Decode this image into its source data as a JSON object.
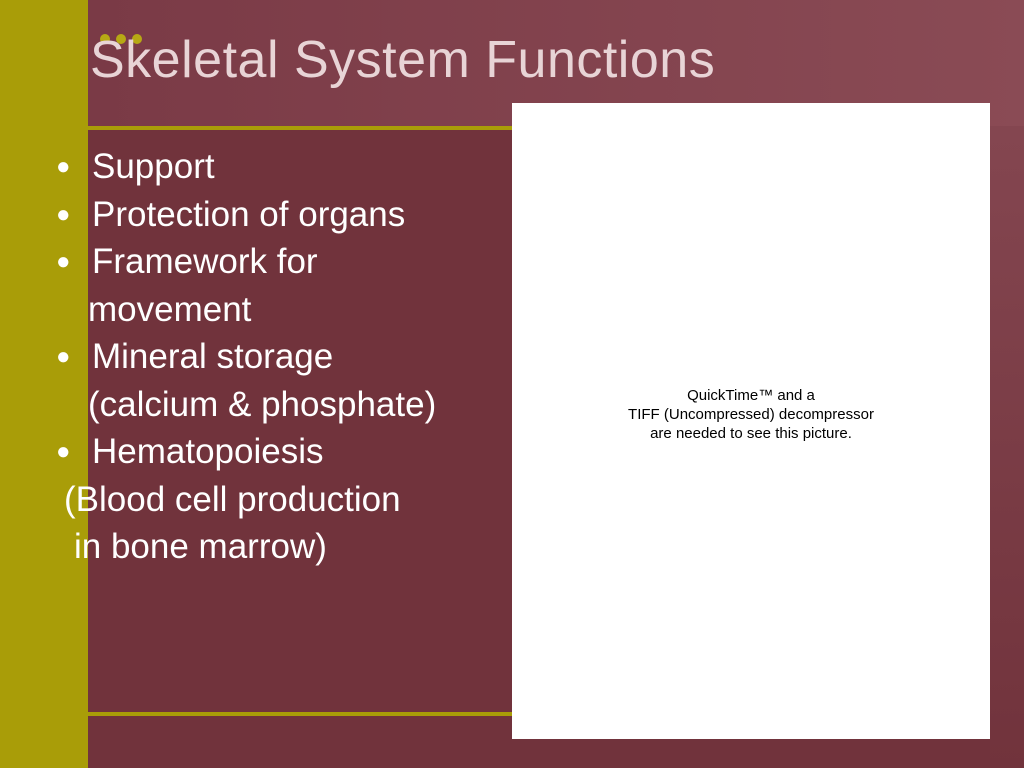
{
  "slide": {
    "title": "Skeletal System Functions",
    "bullets": [
      {
        "lines": [
          "Support"
        ]
      },
      {
        "lines": [
          "Protection of organs"
        ]
      },
      {
        "lines": [
          "Framework for",
          "movement"
        ]
      },
      {
        "lines": [
          "Mineral storage",
          "(calcium & phosphate)"
        ]
      },
      {
        "lines": [
          "Hematopoiesis"
        ]
      }
    ],
    "extra_lines": [
      "(Blood cell production",
      "in bone marrow)"
    ],
    "bullet_glyph": "●"
  },
  "picture_placeholder": {
    "lines": [
      "QuickTime™ and a",
      "TIFF (Uncompressed) decompressor",
      "are needed to see this picture."
    ]
  },
  "colors": {
    "background": "#71333c",
    "header": "#8a4b55",
    "accent_olive": "#a99d08",
    "title_text": "#e8d4d6",
    "body_text": "#ffffff"
  }
}
